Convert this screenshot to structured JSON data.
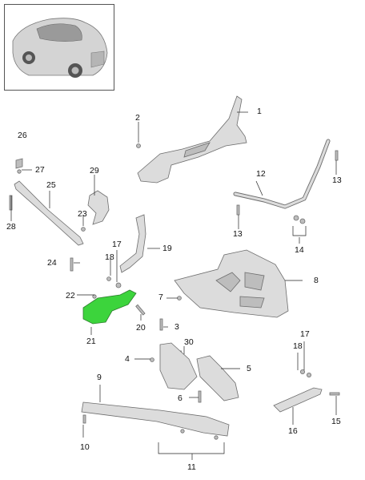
{
  "accent_color": "#3cd43c",
  "highlighted_part": "21",
  "callouts": {
    "c1": "1",
    "c2": "2",
    "c3": "3",
    "c4": "4",
    "c5": "5",
    "c6": "6",
    "c7": "7",
    "c8": "8",
    "c9": "9",
    "c10": "10",
    "c11": "11",
    "c12": "12",
    "c13a": "13",
    "c13b": "13",
    "c14": "14",
    "c15": "15",
    "c16": "16",
    "c17a": "17",
    "c17b": "17",
    "c18a": "18",
    "c18b": "18",
    "c19": "19",
    "c20": "20",
    "c21": "21",
    "c22": "22",
    "c23": "23",
    "c24": "24",
    "c25": "25",
    "c26": "26",
    "c27": "27",
    "c28": "28",
    "c29": "29",
    "c30": "30"
  }
}
